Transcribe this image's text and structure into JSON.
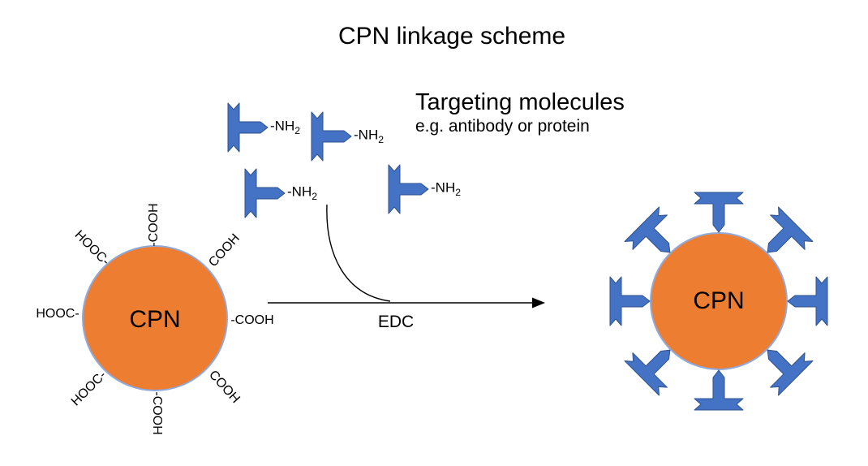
{
  "title": "CPN linkage scheme",
  "heading": {
    "main": "Targeting molecules",
    "sub": "e.g. antibody or protein"
  },
  "amine": {
    "main": "-NH",
    "sub": "2"
  },
  "edc": "EDC",
  "left_particle": {
    "label": "CPN",
    "carboxyls": [
      {
        "pos": "top",
        "text": "-COOH"
      },
      {
        "pos": "upper-right",
        "text": "COOH"
      },
      {
        "pos": "right",
        "text": "-COOH"
      },
      {
        "pos": "lower-right",
        "text": "COOH"
      },
      {
        "pos": "bottom",
        "text": "-COOH"
      },
      {
        "pos": "lower-left",
        "text": "HOOC-"
      },
      {
        "pos": "left",
        "text": "HOOC-"
      },
      {
        "pos": "upper-left",
        "text": "HOOC-"
      }
    ]
  },
  "right_particle": {
    "label": "CPN",
    "antibody_count": 8
  },
  "free_antibody_count": 4,
  "colors": {
    "particle_fill": "#ED7D31",
    "particle_stroke": "#8FAADC",
    "antibody_fill": "#4472C4",
    "antibody_stroke": "#2F528F",
    "line": "#000000"
  }
}
